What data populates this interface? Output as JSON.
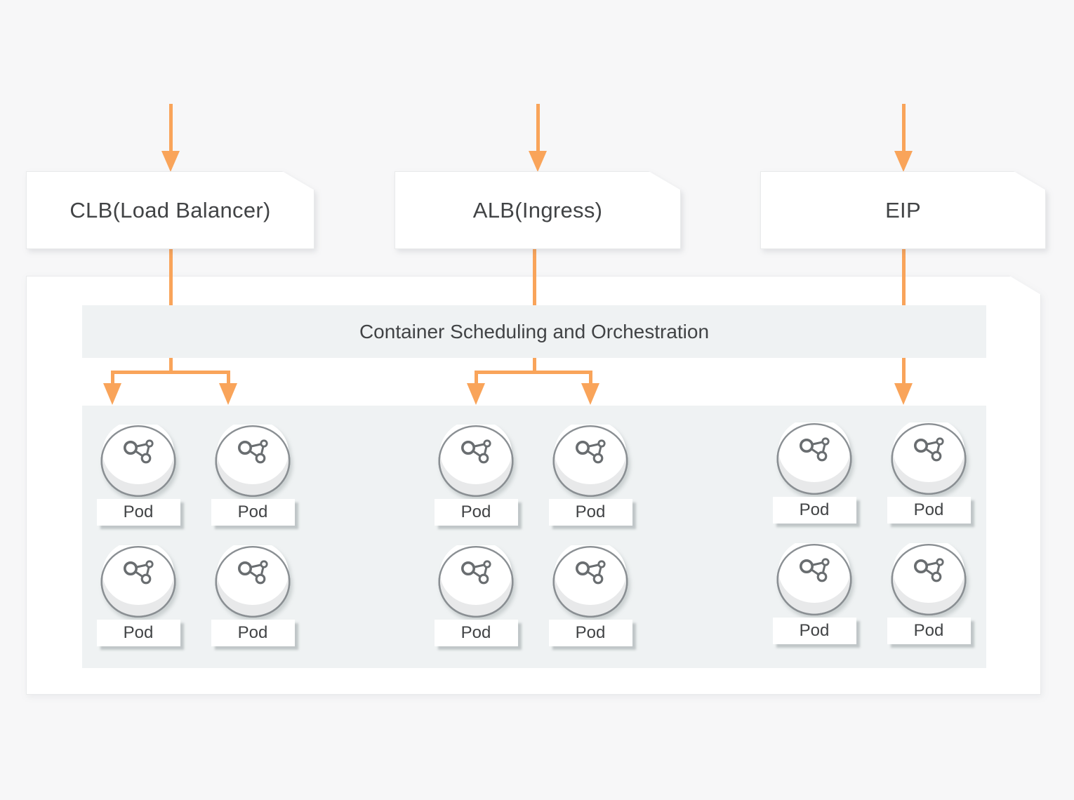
{
  "banner": {
    "title": "Container Scheduling and Orchestration"
  },
  "sources": [
    {
      "id": "clb",
      "label": "CLB(Load Balancer)"
    },
    {
      "id": "alb",
      "label": "ALB(Ingress)"
    },
    {
      "id": "eip",
      "label": "EIP"
    }
  ],
  "pod_groups": [
    {
      "ingress": "CLB(Load Balancer)",
      "pods": [
        "Pod",
        "Pod",
        "Pod",
        "Pod"
      ]
    },
    {
      "ingress": "ALB(Ingress)",
      "pods": [
        "Pod",
        "Pod",
        "Pod",
        "Pod"
      ]
    },
    {
      "ingress": "EIP",
      "pods": [
        "Pod",
        "Pod",
        "Pod",
        "Pod"
      ]
    }
  ],
  "icons": {
    "arrow": "orange-down-arrow-icon",
    "pod": "pod-cylinder-molecule-icon"
  },
  "colors": {
    "bg": "#F7F7F8",
    "box_background": "#FFFFFF",
    "panel": "#EFF2F3",
    "arrow": "#F9A45A",
    "text": "#414345",
    "cylinder_stroke": "#8A8F93",
    "icon_stroke": "#696D70"
  }
}
